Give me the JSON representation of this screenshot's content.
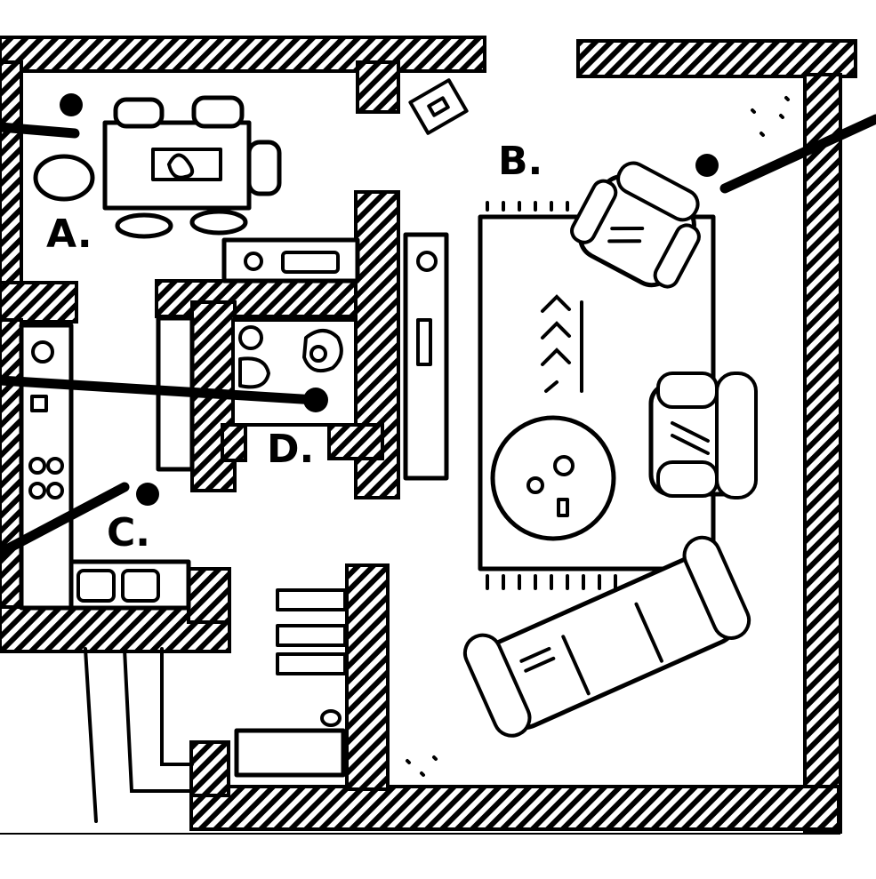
{
  "floorplan": {
    "labels": {
      "a": "A.",
      "b": "B.",
      "c": "C.",
      "d": "D."
    }
  },
  "colors": {
    "ink": "#000000",
    "paper": "#ffffff"
  }
}
